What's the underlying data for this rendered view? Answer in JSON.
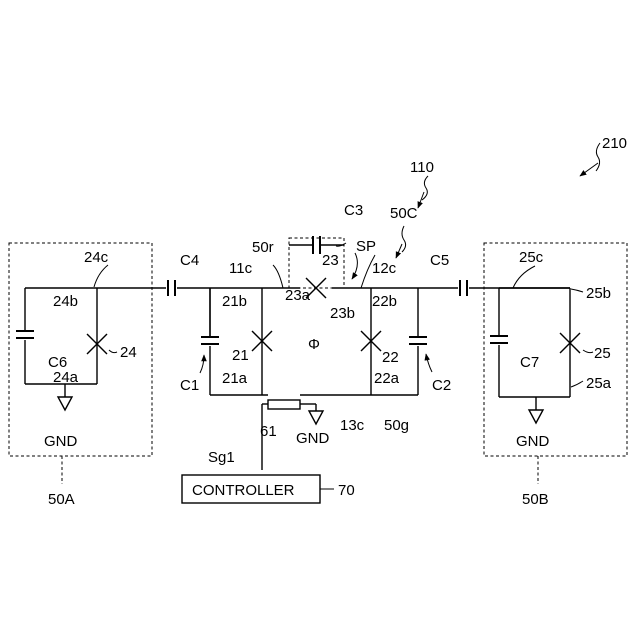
{
  "labels": {
    "fig_ref": "210",
    "device_ref": "110",
    "block_c": "50C",
    "c3": "C3",
    "sp": "SP",
    "n50r": "50r",
    "n11c": "11c",
    "n12c": "12c",
    "n23": "23",
    "n23a": "23a",
    "n23b": "23b",
    "n21b": "21b",
    "n22b": "22b",
    "phi": "Φ",
    "n21": "21",
    "n22": "22",
    "n21a": "21a",
    "n22a": "22a",
    "c1": "C1",
    "c2": "C2",
    "c4": "C4",
    "c5": "C5",
    "n24c": "24c",
    "n24b": "24b",
    "n24": "24",
    "n24a": "24a",
    "c6": "C6",
    "gnd_a": "GND",
    "block_a": "50A",
    "n25c": "25c",
    "n25b": "25b",
    "n25": "25",
    "n25a": "25a",
    "c7": "C7",
    "gnd_b": "GND",
    "block_b": "50B",
    "n61": "61",
    "gnd_c": "GND",
    "n13c": "13c",
    "n50g": "50g",
    "sg1": "Sg1",
    "controller": "CONTROLLER",
    "n70": "70"
  }
}
